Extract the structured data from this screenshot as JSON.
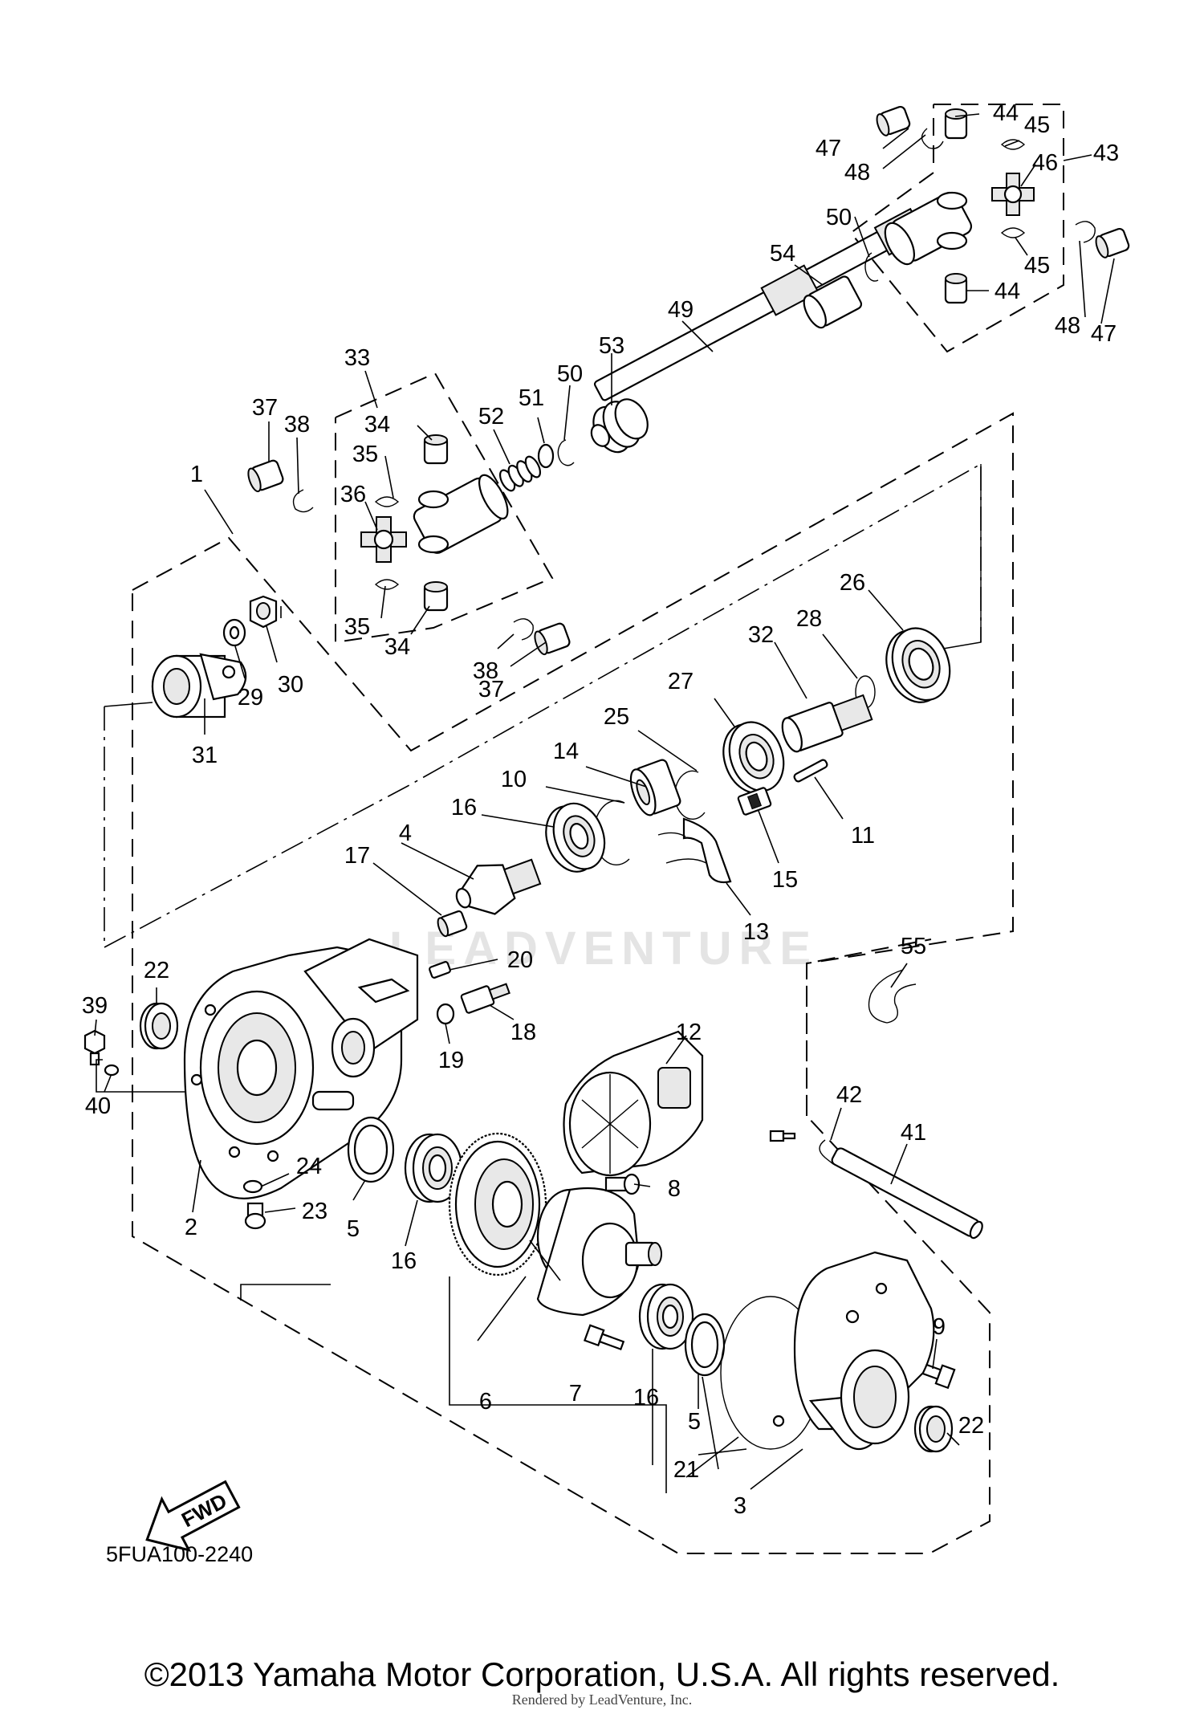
{
  "diagram_code": "5FUA100-2240",
  "direction_label": "FWD",
  "watermark": "LEADVENTURE",
  "copyright": "©2013 Yamaha Motor Corporation, U.S.A. All rights reserved.",
  "rendered_by": "Rendered by LeadVenture, Inc.",
  "callouts": [
    {
      "id": "c47a",
      "label": "47"
    },
    {
      "id": "c48a",
      "label": "48"
    },
    {
      "id": "c44a",
      "label": "44"
    },
    {
      "id": "c45a",
      "label": "45"
    },
    {
      "id": "c46",
      "label": "46"
    },
    {
      "id": "c43",
      "label": "43"
    },
    {
      "id": "c50a",
      "label": "50"
    },
    {
      "id": "c54",
      "label": "54"
    },
    {
      "id": "c45b",
      "label": "45"
    },
    {
      "id": "c44b",
      "label": "44"
    },
    {
      "id": "c48b",
      "label": "48"
    },
    {
      "id": "c47b",
      "label": "47"
    },
    {
      "id": "c49",
      "label": "49"
    },
    {
      "id": "c53",
      "label": "53"
    },
    {
      "id": "c50b",
      "label": "50"
    },
    {
      "id": "c51",
      "label": "51"
    },
    {
      "id": "c52",
      "label": "52"
    },
    {
      "id": "c33",
      "label": "33"
    },
    {
      "id": "c37a",
      "label": "37"
    },
    {
      "id": "c38a",
      "label": "38"
    },
    {
      "id": "c34a",
      "label": "34"
    },
    {
      "id": "c35a",
      "label": "35"
    },
    {
      "id": "c36",
      "label": "36"
    },
    {
      "id": "c35b",
      "label": "35"
    },
    {
      "id": "c34b",
      "label": "34"
    },
    {
      "id": "c38b",
      "label": "38"
    },
    {
      "id": "c37b",
      "label": "37"
    },
    {
      "id": "c1",
      "label": "1"
    },
    {
      "id": "c29",
      "label": "29"
    },
    {
      "id": "c30",
      "label": "30"
    },
    {
      "id": "c31",
      "label": "31"
    },
    {
      "id": "c26",
      "label": "26"
    },
    {
      "id": "c28",
      "label": "28"
    },
    {
      "id": "c32",
      "label": "32"
    },
    {
      "id": "c27",
      "label": "27"
    },
    {
      "id": "c25",
      "label": "25"
    },
    {
      "id": "c14",
      "label": "14"
    },
    {
      "id": "c10",
      "label": "10"
    },
    {
      "id": "c16a",
      "label": "16"
    },
    {
      "id": "c4",
      "label": "4"
    },
    {
      "id": "c17",
      "label": "17"
    },
    {
      "id": "c11",
      "label": "11"
    },
    {
      "id": "c15",
      "label": "15"
    },
    {
      "id": "c13",
      "label": "13"
    },
    {
      "id": "c55",
      "label": "55"
    },
    {
      "id": "c20",
      "label": "20"
    },
    {
      "id": "c18",
      "label": "18"
    },
    {
      "id": "c19",
      "label": "19"
    },
    {
      "id": "c22a",
      "label": "22"
    },
    {
      "id": "c39",
      "label": "39"
    },
    {
      "id": "c40",
      "label": "40"
    },
    {
      "id": "c12",
      "label": "12"
    },
    {
      "id": "c42",
      "label": "42"
    },
    {
      "id": "c41",
      "label": "41"
    },
    {
      "id": "c8",
      "label": "8"
    },
    {
      "id": "c24",
      "label": "24"
    },
    {
      "id": "c23",
      "label": "23"
    },
    {
      "id": "c2",
      "label": "2"
    },
    {
      "id": "c5a",
      "label": "5"
    },
    {
      "id": "c16b",
      "label": "16"
    },
    {
      "id": "c9",
      "label": "9"
    },
    {
      "id": "c22b",
      "label": "22"
    },
    {
      "id": "c6",
      "label": "6"
    },
    {
      "id": "c7",
      "label": "7"
    },
    {
      "id": "c16c",
      "label": "16"
    },
    {
      "id": "c5b",
      "label": "5"
    },
    {
      "id": "c21",
      "label": "21"
    },
    {
      "id": "c3",
      "label": "3"
    }
  ]
}
